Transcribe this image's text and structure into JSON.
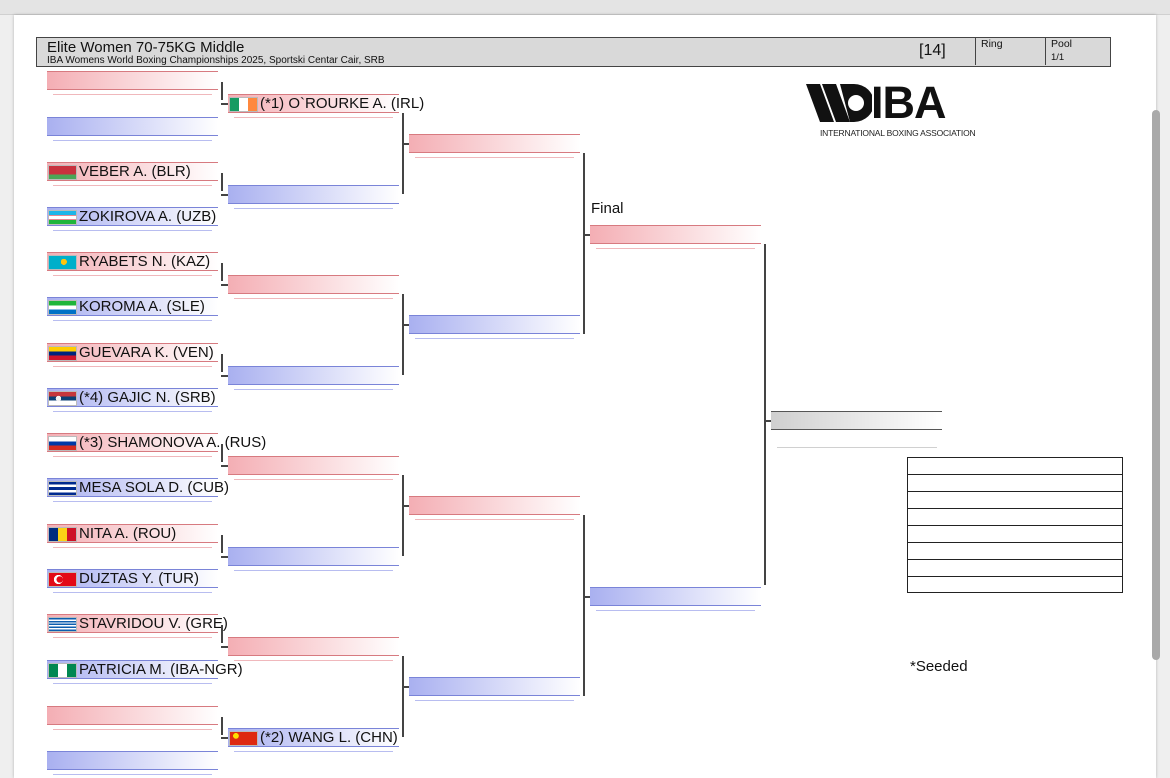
{
  "header": {
    "title": "Elite Women 70-75KG Middle",
    "subtitle": "IBA Womens World Boxing Championships 2025, Sportski Centar Cair, SRB",
    "bout_count": "[14]",
    "ring_label": "Ring",
    "ring_value": "",
    "pool_label": "Pool",
    "pool_value": "1/1"
  },
  "logo": {
    "text": "IBA",
    "subtitle": "INTERNATIONAL BOXING ASSOCIATION"
  },
  "round1": [
    {
      "name": "",
      "corner": "red",
      "flag": "none"
    },
    {
      "name": "",
      "corner": "blue",
      "flag": "none"
    },
    {
      "name": "VEBER A. (BLR)",
      "corner": "red",
      "flag": "BLR"
    },
    {
      "name": "ZOKIROVA A. (UZB)",
      "corner": "blue",
      "flag": "UZB"
    },
    {
      "name": "RYABETS N. (KAZ)",
      "corner": "red",
      "flag": "KAZ"
    },
    {
      "name": "KOROMA A. (SLE)",
      "corner": "blue",
      "flag": "SLE"
    },
    {
      "name": "GUEVARA K. (VEN)",
      "corner": "red",
      "flag": "VEN"
    },
    {
      "name": "(*4) GAJIC N. (SRB)",
      "corner": "blue",
      "flag": "SRB"
    },
    {
      "name": "(*3) SHAMONOVA A. (RUS)",
      "corner": "red",
      "flag": "RUS"
    },
    {
      "name": "MESA SOLA D. (CUB)",
      "corner": "blue",
      "flag": "CUB"
    },
    {
      "name": "NITA A. (ROU)",
      "corner": "red",
      "flag": "ROU"
    },
    {
      "name": "DUZTAS Y. (TUR)",
      "corner": "blue",
      "flag": "TUR"
    },
    {
      "name": "STAVRIDOU V. (GRE)",
      "corner": "red",
      "flag": "GRE"
    },
    {
      "name": "PATRICIA M. (IBA-NGR)",
      "corner": "blue",
      "flag": "NGR"
    },
    {
      "name": "",
      "corner": "red",
      "flag": "none"
    },
    {
      "name": "",
      "corner": "blue",
      "flag": "none"
    }
  ],
  "round2": [
    {
      "name": "(*1) O`ROURKE A. (IRL)",
      "corner": "red",
      "flag": "IRL"
    },
    {
      "name": "",
      "corner": "blue",
      "flag": "none"
    },
    {
      "name": "",
      "corner": "red",
      "flag": "none"
    },
    {
      "name": "",
      "corner": "blue",
      "flag": "none"
    },
    {
      "name": "",
      "corner": "red",
      "flag": "none"
    },
    {
      "name": "",
      "corner": "blue",
      "flag": "none"
    },
    {
      "name": "",
      "corner": "red",
      "flag": "none"
    },
    {
      "name": "(*2) WANG L. (CHN)",
      "corner": "blue",
      "flag": "CHN"
    }
  ],
  "quarterfinal": [
    {
      "name": "",
      "corner": "red"
    },
    {
      "name": "",
      "corner": "blue"
    },
    {
      "name": "",
      "corner": "red"
    },
    {
      "name": "",
      "corner": "blue"
    }
  ],
  "semifinal": [
    {
      "name": "",
      "corner": "red"
    },
    {
      "name": "",
      "corner": "blue"
    }
  ],
  "final": {
    "label": "Final",
    "winner": ""
  },
  "legend": {
    "seeded": "*Seeded"
  }
}
